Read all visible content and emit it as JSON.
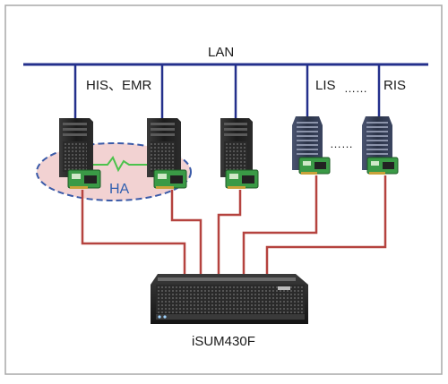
{
  "network": {
    "label": "LAN"
  },
  "groups": {
    "his_emr": "HIS、EMR",
    "lis": "LIS",
    "ellipsis_top": "……",
    "ris": "RIS",
    "ellipsis_servers": "……",
    "ha": "HA"
  },
  "storage": {
    "label": "iSUM430F"
  },
  "colors": {
    "lan": "#24308c",
    "san": "#b5433f",
    "ha_fill": "#f2d2d2",
    "ha_border": "#3a5aa8",
    "card": "#3a9a46",
    "heartbeat": "#4cc24c"
  },
  "icons": [
    "tower-server-icon",
    "rack-server-icon",
    "hba-card-icon",
    "storage-array-icon"
  ]
}
